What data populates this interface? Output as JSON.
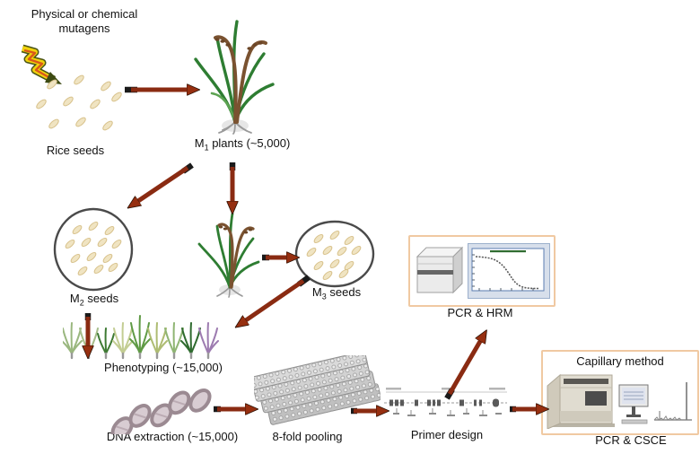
{
  "figure": {
    "type": "workflow-diagram",
    "topic": "Rice mutant population development and mutation screening pipeline"
  },
  "labels": {
    "mutagens": "Physical or chemical mutagens",
    "rice_seeds": "Rice seeds",
    "m1": {
      "prefix": "M",
      "sub": "1",
      "suffix": " plants (~5,000)"
    },
    "m2": {
      "prefix": "M",
      "sub": "2",
      "suffix": " seeds"
    },
    "m3": {
      "prefix": "M",
      "sub": "3",
      "suffix": " seeds"
    },
    "phenotyping": "Phenotyping (~15,000)",
    "dna_extraction": "DNA extraction (~15,000)",
    "pooling": "8-fold pooling",
    "primer_design": "Primer design",
    "pcr_hrm": "PCR & HRM",
    "capillary_method": "Capillary method",
    "pcr_csce": "PCR & CSCE"
  },
  "icons": [
    "lightning-bolt-icon",
    "rice-seeds-illustration",
    "rice-plant-illustration",
    "seed-oval-illustration",
    "seedling-row-illustration",
    "dna-helix-illustration",
    "microplate-stack-illustration",
    "gene-map-illustration",
    "pcr-machine-illustration",
    "hrm-melt-curve",
    "capillary-sequencer-illustration",
    "monitor-illustration",
    "electropherogram-illustration",
    "flow-arrow"
  ],
  "counts": {
    "rice_seeds_drawn": 10,
    "m2_seeds_drawn": 13,
    "m3_seeds_drawn": 12,
    "phenotyping_seedlings_drawn": 9,
    "flow_arrows": 10
  },
  "colors": {
    "background": "#ffffff",
    "text": "#111111",
    "arrow": "#8a2b12",
    "arrow_tail": "#1a1a1a",
    "seed_fill": "#f0e4c2",
    "seed_stroke": "#d8c28c",
    "oval_stroke": "#4a4a4a",
    "panel_border": "#f0c9a2",
    "leaf_green": "#2e7d32",
    "panicle_brown": "#7a5230",
    "purple_seedling": "#9d7bb0",
    "dna_helix": "#9b8a92",
    "plate_gray": "#c6c6c6",
    "hrm_frame": "#9cb0cc"
  }
}
